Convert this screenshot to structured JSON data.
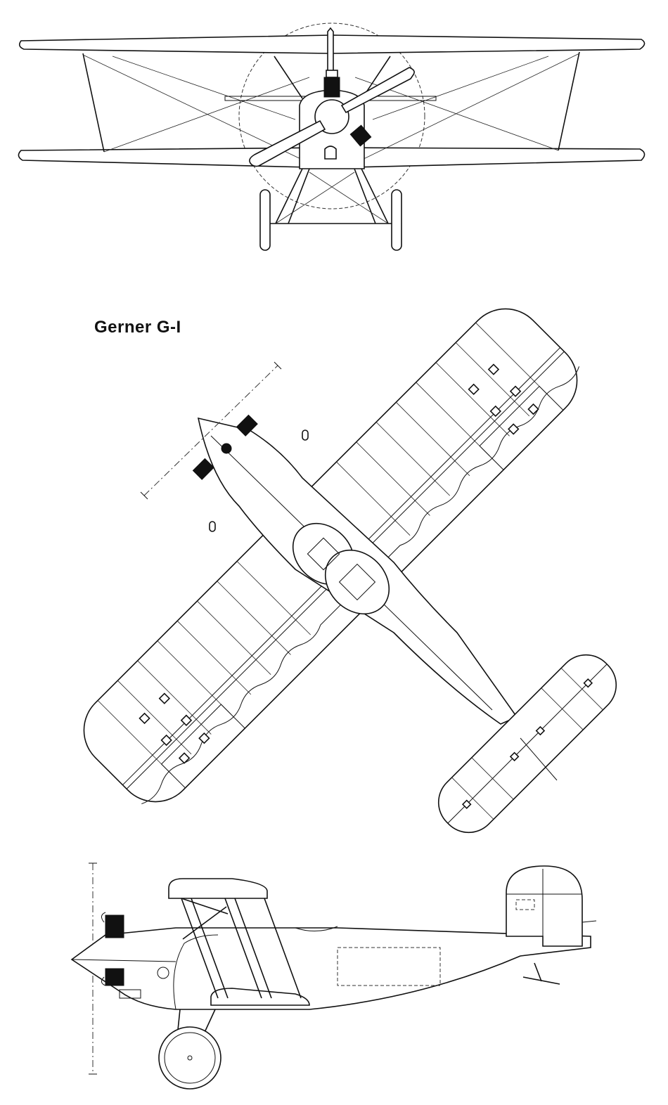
{
  "title": "Gerner G-I",
  "colors": {
    "line": "#111111",
    "background": "#ffffff"
  },
  "views": [
    "front-view",
    "top-view",
    "side-view"
  ]
}
